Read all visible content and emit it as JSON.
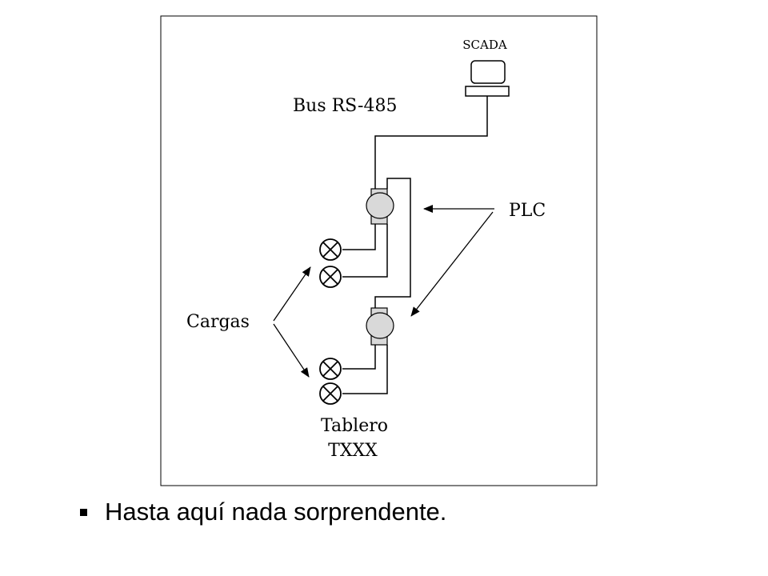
{
  "diagram": {
    "labels": {
      "scada": "SCADA",
      "bus": "Bus RS-485",
      "plc": "PLC",
      "cargas": "Cargas",
      "tablero_line1": "Tablero",
      "tablero_line2": "TXXX"
    }
  },
  "bullet": {
    "icon": "square-bullet-icon",
    "text": "Hasta aquí nada sorprendente."
  },
  "colors": {
    "line": "#000000",
    "plc_fill": "#d9d9d9",
    "background": "#ffffff"
  }
}
